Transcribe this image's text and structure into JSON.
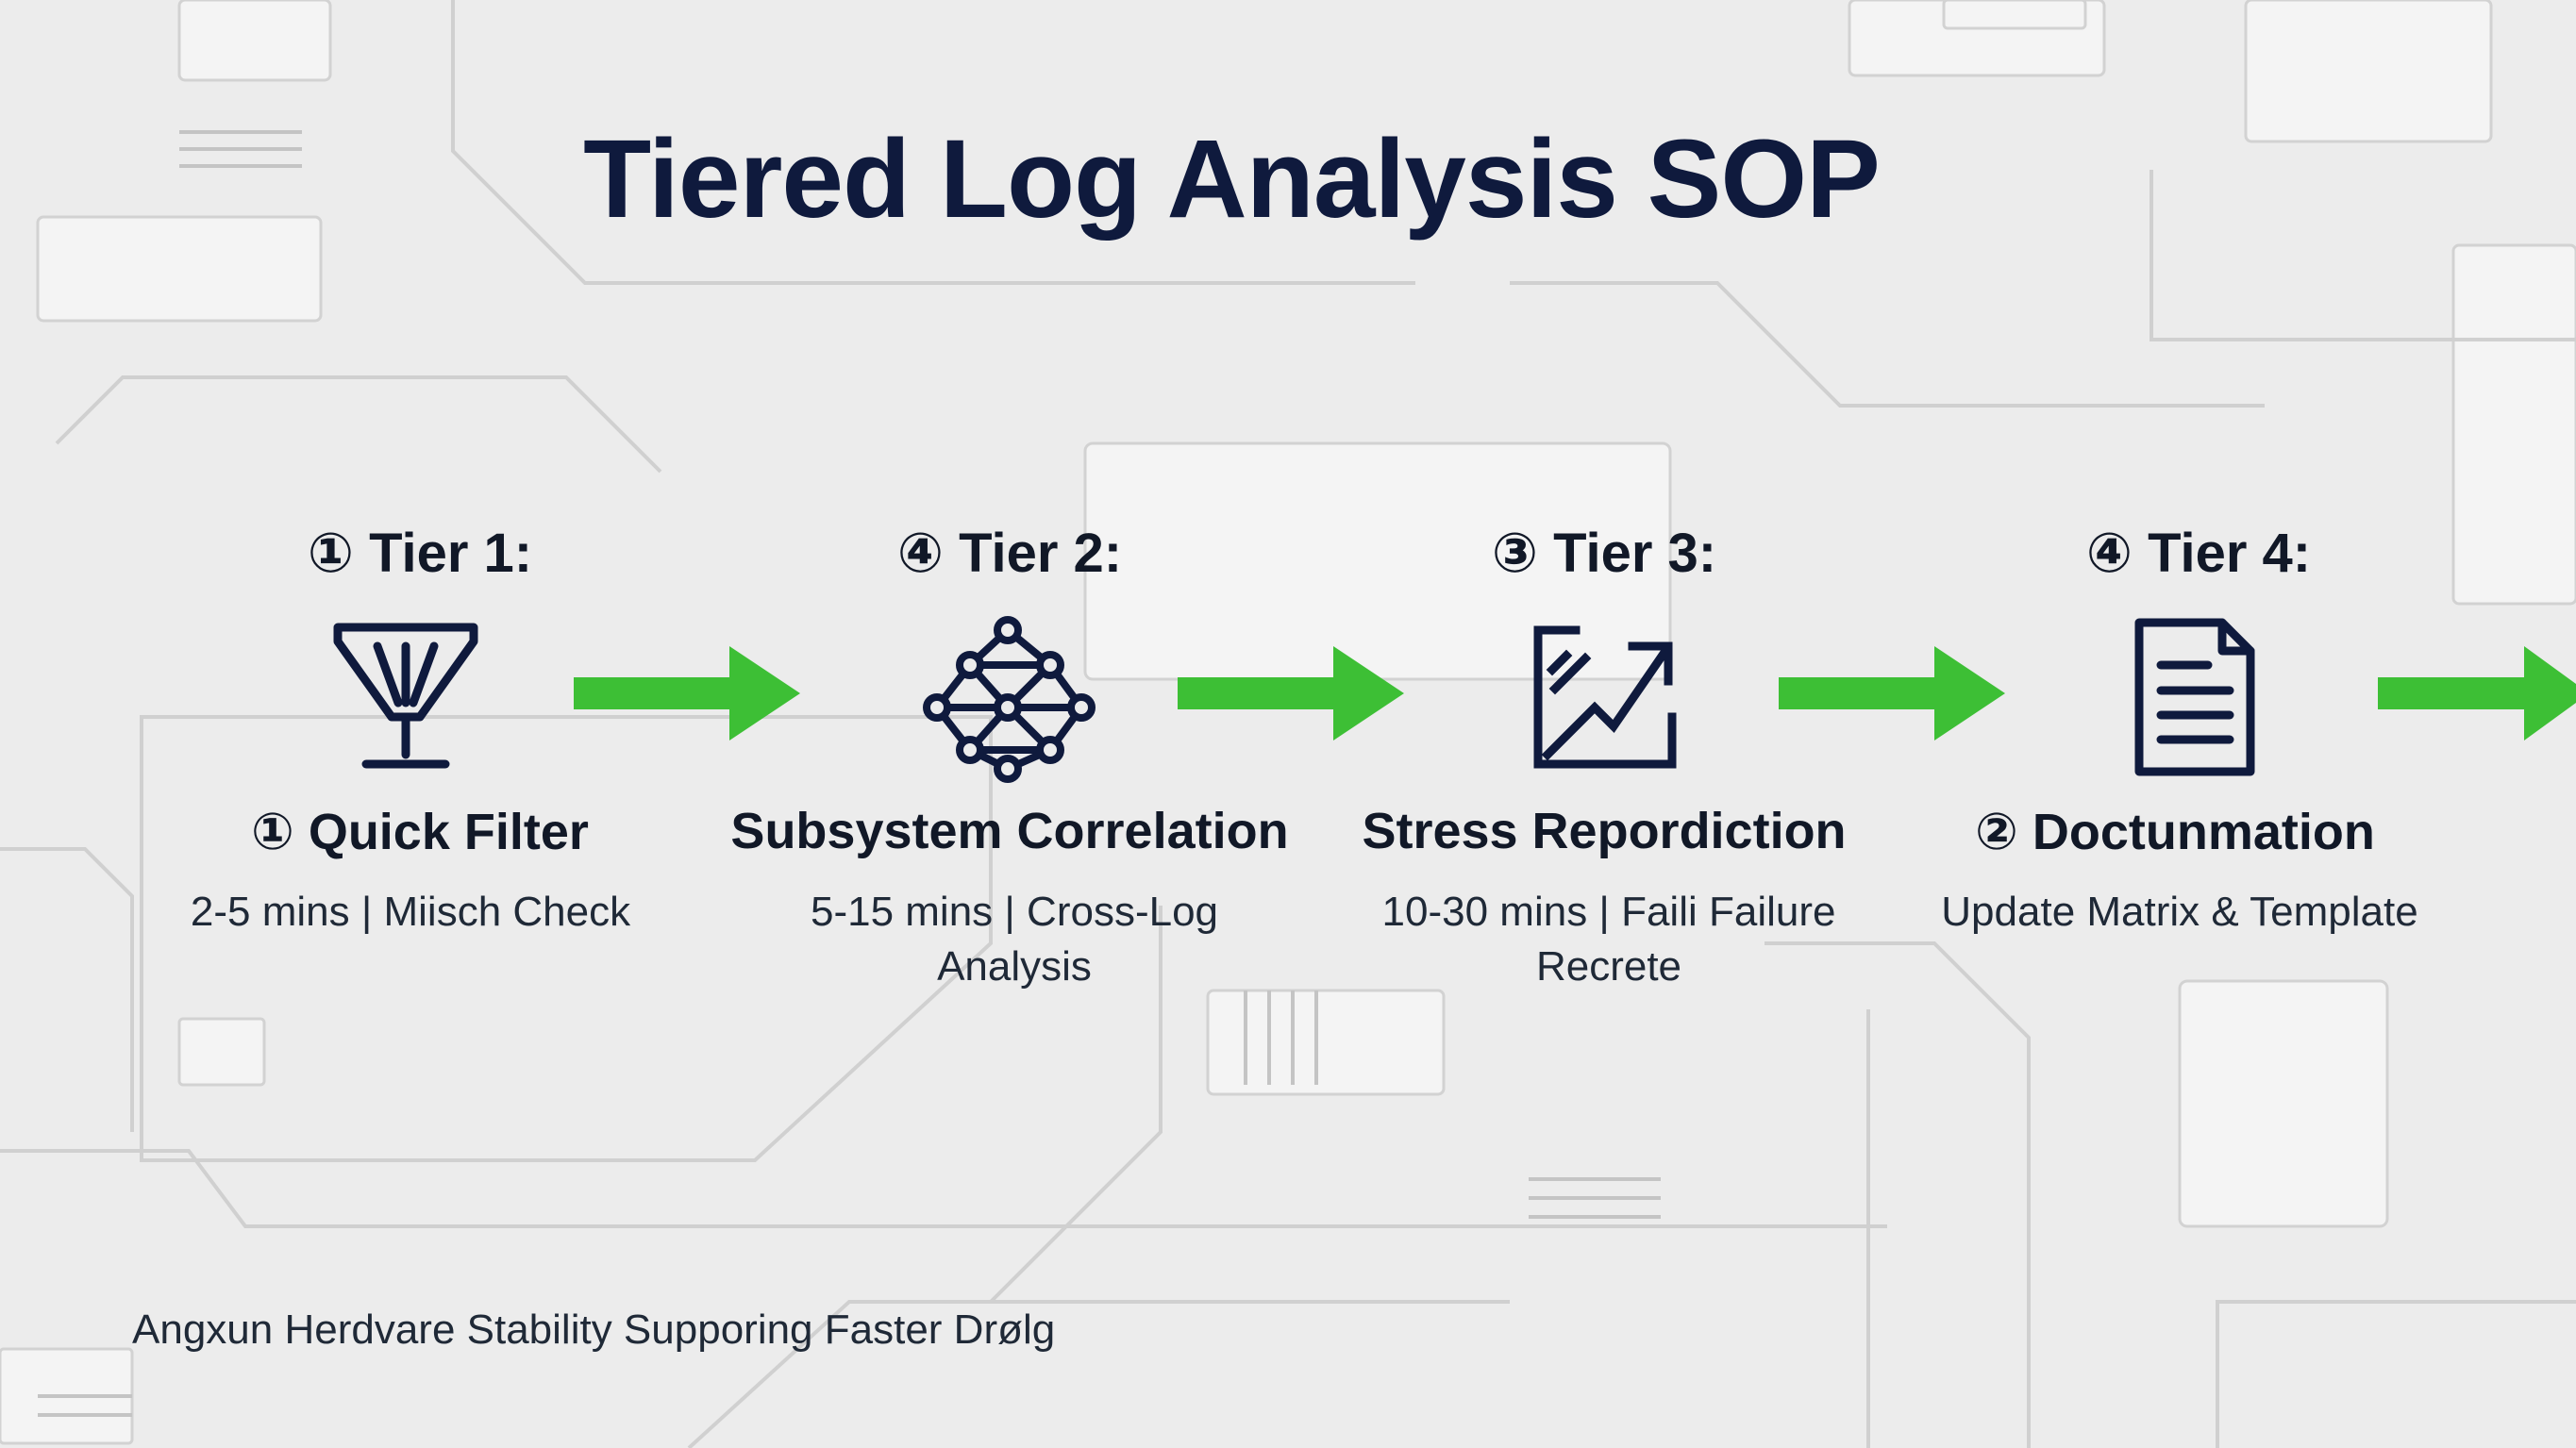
{
  "title": "Tiered Log Analysis SOP",
  "tiers": [
    {
      "label": "① Tier 1:",
      "name": "① Quick Filter",
      "desc": "2-5 mins | Miisch Check",
      "icon": "funnel-icon"
    },
    {
      "label": "④ Tier 2:",
      "name": "Subsystem Correlation",
      "desc": "5-15 mins | Cross-Log Analysis",
      "icon": "network-icon"
    },
    {
      "label": "③ Tier 3:",
      "name": "Stress Repordiction",
      "desc": "10-30 mins | Faili Failure Recrete",
      "icon": "stress-chart-icon"
    },
    {
      "label": "④ Tier 4:",
      "name": "② Doctunmation",
      "desc": "Update Matrix & Template",
      "icon": "document-icon"
    }
  ],
  "footer": "Angxun Herdvare Stability Supporing Faster Drølg",
  "colors": {
    "title": "#0f1a3d",
    "arrow": "#3dbf35",
    "icon": "#0f1a3d",
    "background": "#ececec"
  }
}
